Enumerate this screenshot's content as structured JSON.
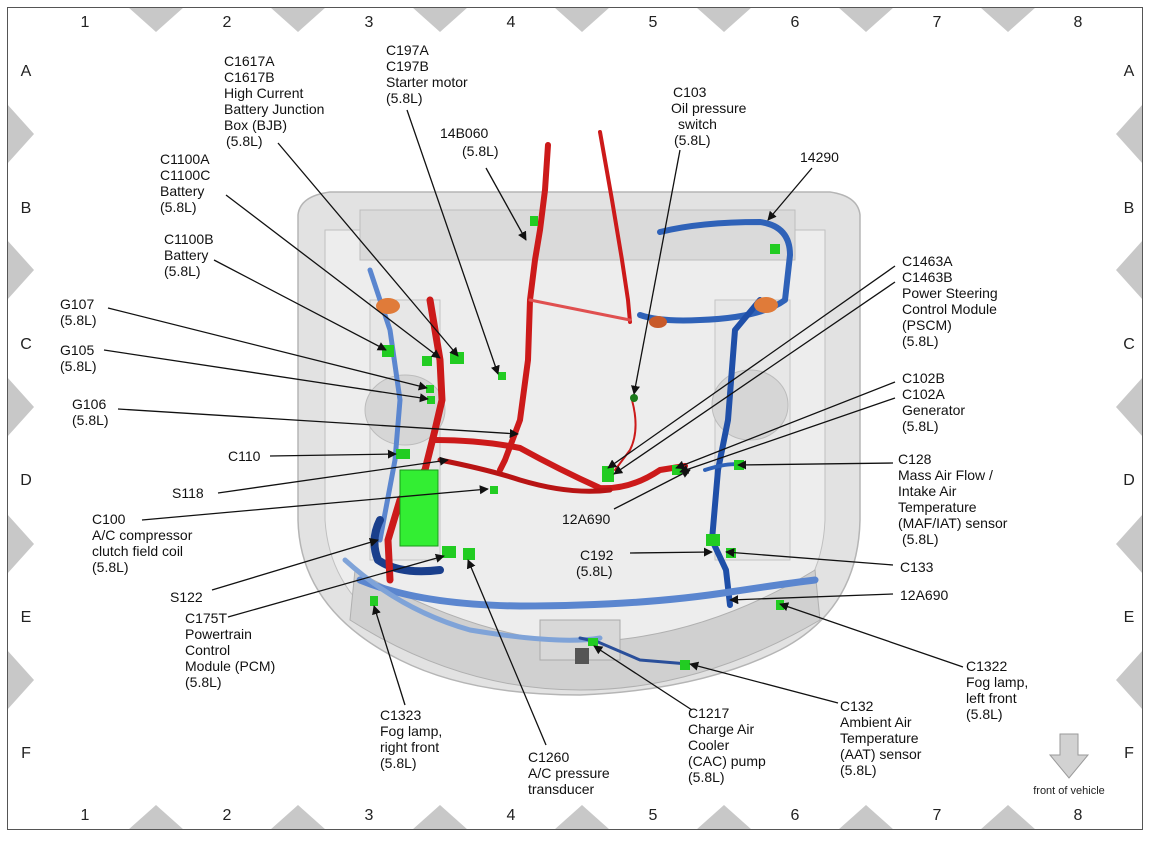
{
  "grid": {
    "columns": [
      "1",
      "2",
      "3",
      "4",
      "5",
      "6",
      "7",
      "8"
    ],
    "rows": [
      "A",
      "B",
      "C",
      "D",
      "E",
      "F"
    ]
  },
  "labels": {
    "c1617": [
      "C1617A",
      "C1617B",
      "High Current",
      "Battery Junction",
      "Box (BJB)",
      "(5.8L)"
    ],
    "c197": [
      "C197A",
      "C197B",
      "Starter motor",
      "(5.8L)"
    ],
    "n14b060": [
      "14B060",
      "(5.8L)"
    ],
    "c103": [
      "C103",
      "Oil pressure",
      "switch",
      "(5.8L)"
    ],
    "n14290": [
      "14290"
    ],
    "c1100ac": [
      "C1100A",
      "C1100C",
      "Battery",
      "(5.8L)"
    ],
    "c1100b": [
      "C1100B",
      "Battery",
      "(5.8L)"
    ],
    "g107": [
      "G107",
      "(5.8L)"
    ],
    "g105": [
      "G105",
      "(5.8L)"
    ],
    "g106": [
      "G106",
      "(5.8L)"
    ],
    "c110": [
      "C110"
    ],
    "s118": [
      "S118"
    ],
    "c100": [
      "C100",
      "A/C compressor",
      "clutch field coil",
      "(5.8L)"
    ],
    "s122": [
      "S122"
    ],
    "c175t": [
      "C175T",
      "Powertrain",
      "Control",
      "Module (PCM)",
      "(5.8L)"
    ],
    "c1323": [
      "C1323",
      "Fog lamp,",
      "right front",
      "(5.8L)"
    ],
    "c1260": [
      "C1260",
      "A/C pressure",
      "transducer"
    ],
    "c1217": [
      "C1217",
      "Charge Air",
      "Cooler",
      "(CAC) pump",
      "(5.8L)"
    ],
    "c132": [
      "C132",
      "Ambient Air",
      "Temperature",
      "(AAT) sensor",
      "(5.8L)"
    ],
    "c1322": [
      "C1322",
      "Fog lamp,",
      "left front",
      "(5.8L)"
    ],
    "c1463": [
      "C1463A",
      "C1463B",
      "Power Steering",
      "Control Module",
      "(PSCM)",
      "(5.8L)"
    ],
    "c102": [
      "C102B",
      "C102A",
      "Generator",
      "(5.8L)"
    ],
    "c128": [
      "C128",
      "Mass Air Flow /",
      "Intake Air",
      "Temperature",
      "(MAF/IAT) sensor",
      "(5.8L)"
    ],
    "n12a690_mid": [
      "12A690"
    ],
    "c192": [
      "C192",
      "(5.8L)"
    ],
    "c133": [
      "C133"
    ],
    "n12a690_right": [
      "12A690"
    ]
  },
  "front_of_vehicle": "front of vehicle",
  "colors": {
    "harness_red": "#cc1a1a",
    "harness_blue": "#2f62b8",
    "harness_light_blue": "#7fa3d8",
    "connector_green": "#22cc22",
    "pcm_green": "#33ee33",
    "body_gray": "#d9d9d9"
  }
}
